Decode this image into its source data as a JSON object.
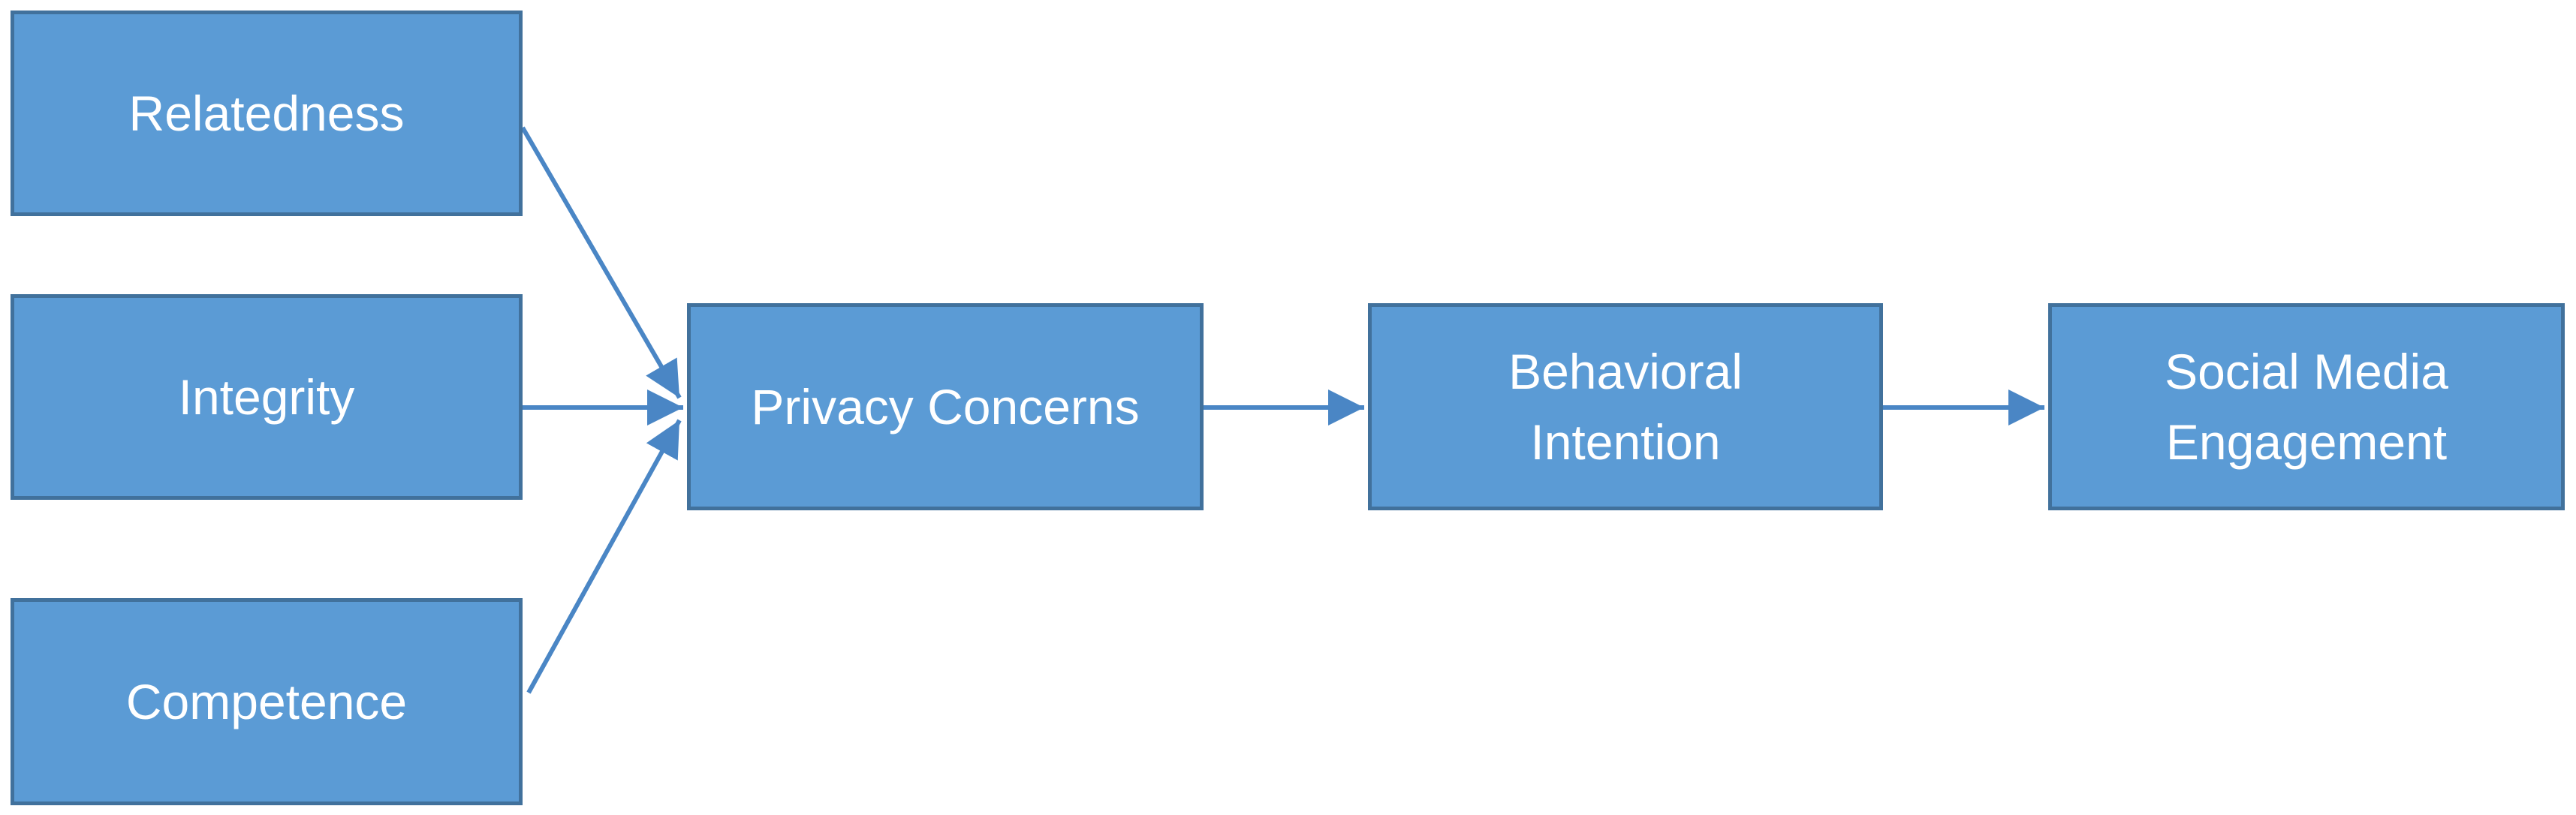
{
  "diagram": {
    "nodes": {
      "relatedness": "Relatedness",
      "integrity": "Integrity",
      "competence": "Competence",
      "privacy_concerns": "Privacy Concerns",
      "behavioral_intention": "Behavioral\nIntention",
      "social_media_engagement": "Social Media\nEngagement"
    },
    "edges": [
      {
        "from": "Relatedness",
        "to": "Privacy Concerns"
      },
      {
        "from": "Integrity",
        "to": "Privacy Concerns"
      },
      {
        "from": "Competence",
        "to": "Privacy Concerns"
      },
      {
        "from": "Privacy Concerns",
        "to": "Behavioral Intention"
      },
      {
        "from": "Behavioral Intention",
        "to": "Social Media Engagement"
      }
    ],
    "colors": {
      "box_fill": "#5b9bd5",
      "box_border": "#41719c",
      "arrow": "#4a86c5",
      "text": "#ffffff"
    }
  }
}
